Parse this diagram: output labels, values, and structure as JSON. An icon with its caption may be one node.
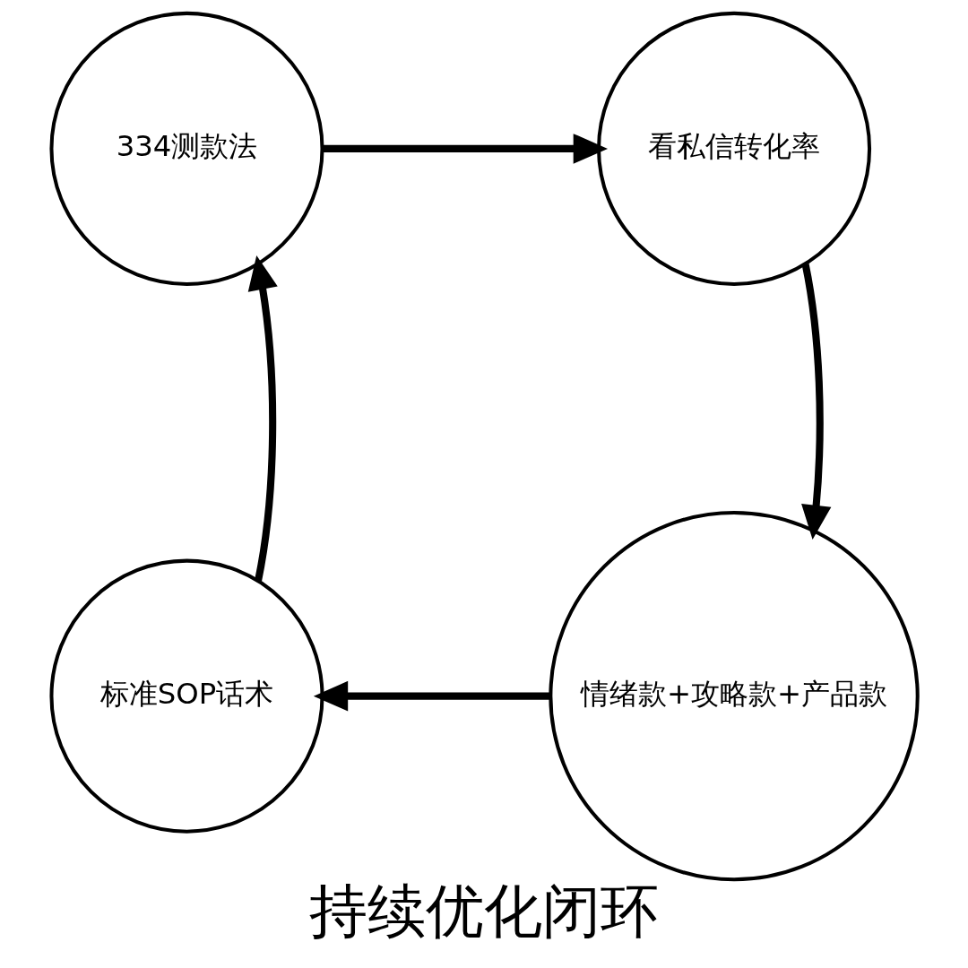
{
  "diagram": {
    "title": "持续优化闭环",
    "nodes": [
      {
        "text": [
          "334测款法"
        ]
      },
      {
        "text": [
          "看私信转化率"
        ]
      },
      {
        "text": [
          "情绪款+攻略款+产品款"
        ]
      },
      {
        "text": [
          "标准SOP话术"
        ]
      }
    ],
    "edges": [
      {
        "from": 0,
        "to": 1,
        "arrow": "to"
      },
      {
        "from": 1,
        "to": 2,
        "arrow": "to"
      },
      {
        "from": 2,
        "to": 3,
        "arrow": "to"
      },
      {
        "from": 3,
        "to": 0,
        "arrow": "to"
      }
    ]
  }
}
